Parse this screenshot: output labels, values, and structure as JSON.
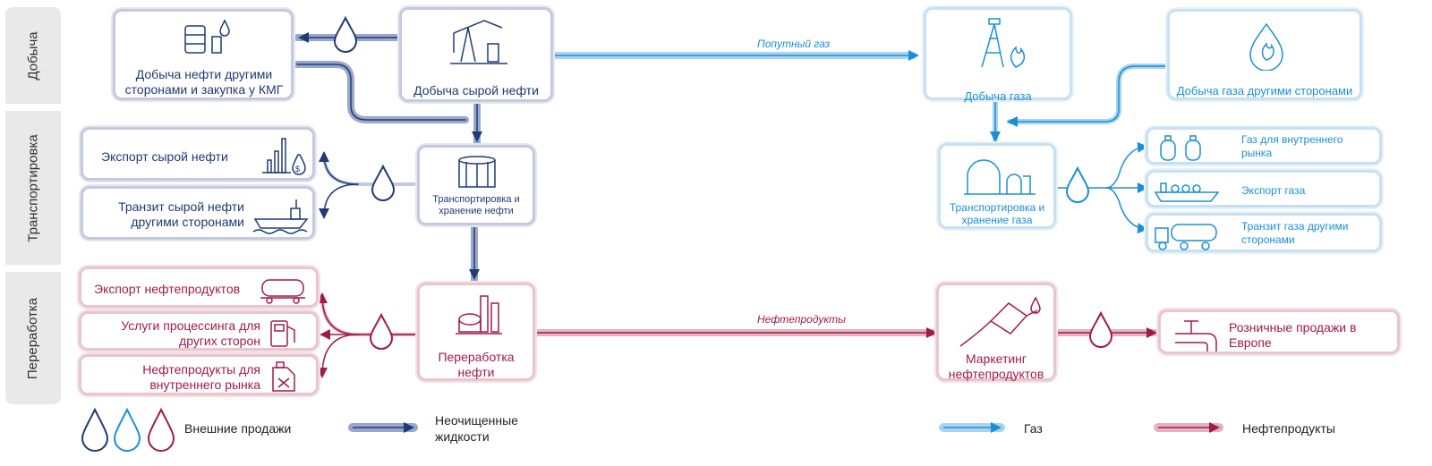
{
  "stages": {
    "production": "Добыча",
    "transport": "Транспортировка",
    "processing": "Переработка"
  },
  "boxes": {
    "oil_by_others": "Добыча нефти другими сторонами и закупка у КМГ",
    "crude_production": "Добыча сырой нефти",
    "crude_export": "Экспорт сырой нефти",
    "crude_transit": "Транзит сырой нефти другими сторонами",
    "oil_transport": "Транспортировка и хранение нефти",
    "product_export": "Экспорт нефтепродуктов",
    "processing_services": "Услуги процессинга для других сторон",
    "domestic_products": "Нефтепродукты для внутреннего рынка",
    "refining": "Переработка нефти",
    "gas_production": "Добыча газа",
    "gas_by_others": "Добыча газа другими сторонами",
    "gas_transport": "Транспортировка и хранение газа",
    "gas_domestic": "Газ для внутреннего рынка",
    "gas_export": "Экспорт газа",
    "gas_transit": "Транзит газа другими сторонами",
    "marketing": "Маркетинг нефтепродуктов",
    "retail_europe": "Розничные продажи в Европе"
  },
  "flows": {
    "associated_gas": "Попутный газ",
    "petroleum_products": "Нефтепродукты"
  },
  "legend": {
    "external_sales": "Внешние продажи",
    "crude_liquids": "Неочищенные жидкости",
    "gas": "Газ",
    "products": "Нефтепродукты"
  },
  "colors": {
    "oil": "#1f3b73",
    "oil_flow": "#9aa6cb",
    "gas": "#1a8fd6",
    "gas_flow": "#a9d3f2",
    "products": "#a11a4c",
    "products_flow": "#e3b3bf"
  },
  "icons": [
    "barrels-drop-icon",
    "pumpjack-icon",
    "gas-rig-fire-icon",
    "gas-flame-drop-icon",
    "export-chart-dollar-icon",
    "tanker-ship-icon",
    "storage-tank-icon",
    "rail-tank-car-icon",
    "fuel-dispenser-icon",
    "canister-icon",
    "refinery-icon",
    "gas-cylinders-icon",
    "gas-tank-storage-icon",
    "lng-ship-icon",
    "gas-truck-icon",
    "fuel-nozzle-icon",
    "pipe-valve-icon",
    "drop-icon"
  ]
}
